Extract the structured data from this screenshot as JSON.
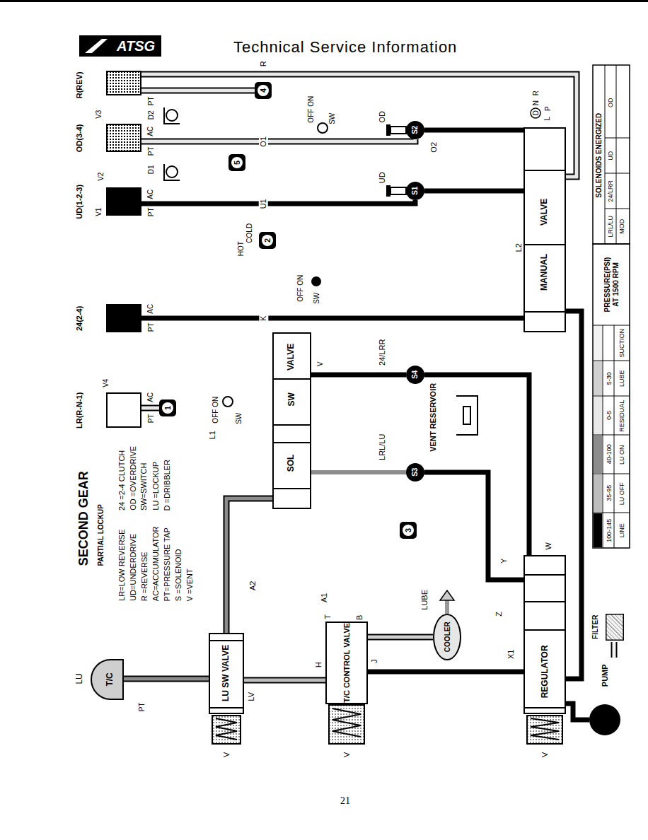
{
  "diagram": {
    "title": "SECOND GEAR",
    "nodes": [
      {
        "text": [
          "ATSG"
        ]
      },
      {
        "text": [
          "R(REV)"
        ]
      },
      {
        "text": [
          "OD(3-4)"
        ]
      },
      {
        "text": [
          "UD(1-2-3)"
        ]
      },
      {
        "text": [
          "24(2-4)"
        ]
      },
      {
        "text": [
          "LR(R-N-1)"
        ]
      },
      {
        "text": [
          "4"
        ]
      },
      {
        "text": [
          "5"
        ]
      },
      {
        "text": [
          "2"
        ]
      },
      {
        "text": [
          "1"
        ]
      },
      {
        "text": [
          "3"
        ]
      },
      {
        "text": [
          "S2"
        ]
      },
      {
        "text": [
          "S1"
        ]
      },
      {
        "text": [
          "S4"
        ]
      },
      {
        "text": [
          "S3"
        ]
      },
      {
        "text": [
          "MANUAL",
          "VALVE"
        ]
      },
      {
        "text": [
          "SOL",
          "SW",
          "VALVE"
        ]
      },
      {
        "text": [
          "VENT RESERVOIR"
        ]
      },
      {
        "text": [
          "T/C"
        ]
      },
      {
        "text": [
          "LU SW VALVE"
        ]
      },
      {
        "text": [
          "T/C CONTROL VALVE"
        ]
      },
      {
        "text": [
          "COOLER"
        ]
      },
      {
        "text": [
          "REGULATOR"
        ]
      },
      {
        "text": [
          "PUMP"
        ]
      },
      {
        "text": [
          "FILTER"
        ]
      }
    ],
    "edges": [
      {
        "from": 24,
        "to": 23,
        "arrow": "none"
      },
      {
        "from": 23,
        "to": 22,
        "arrow": "none"
      },
      {
        "from": 22,
        "to": 15,
        "arrow": "none"
      },
      {
        "from": 15,
        "to": 11,
        "arrow": "none"
      },
      {
        "from": 15,
        "to": 12,
        "arrow": "none"
      },
      {
        "from": 22,
        "to": 13,
        "arrow": "none"
      },
      {
        "from": 22,
        "to": 14,
        "arrow": "none"
      },
      {
        "from": 11,
        "to": 2,
        "label": "O1",
        "arrow": "none"
      },
      {
        "from": 12,
        "to": 3,
        "label": "U1",
        "arrow": "none"
      },
      {
        "from": 15,
        "to": 4,
        "label": "K",
        "arrow": "none"
      },
      {
        "from": 13,
        "to": 16,
        "arrow": "none"
      },
      {
        "from": 14,
        "to": 16,
        "arrow": "none"
      },
      {
        "from": 9,
        "to": 5,
        "arrow": "none"
      },
      {
        "from": 6,
        "to": 1,
        "arrow": "none"
      },
      {
        "from": 22,
        "to": 20,
        "arrow": "none"
      },
      {
        "from": 20,
        "to": 21,
        "arrow": "none"
      },
      {
        "from": 20,
        "to": 19,
        "arrow": "none"
      },
      {
        "from": 19,
        "to": 18,
        "arrow": "none"
      },
      {
        "from": 1,
        "to": 15,
        "arrow": "none"
      },
      {
        "from": 16,
        "to": 19,
        "arrow": "none"
      }
    ],
    "labels": [
      "Technical Service Information",
      "21",
      "PARTIAL LOCKUP",
      "LR=LOW REVERSE",
      "UD=UNDERDRIVE",
      "R =REVERSE",
      "AC=ACCUMULATOR",
      "PT=PRESSURE TAP",
      "S =SOLENOID",
      "V =VENT",
      "24 =2-4 CLUTCH",
      "OD =OVERDRIVE",
      "SW=SWITCH",
      "LU =LOCKUP",
      "D =DRIBBLER",
      "V3",
      "PT",
      "D2",
      "AC",
      "PT",
      "D1",
      "V2",
      "V1",
      "AC",
      "PT",
      "AC",
      "PT",
      "V4",
      "AC",
      "PT",
      "R",
      "COLD",
      "HOT",
      "OFF ON",
      "SW",
      "OD",
      "O2",
      "UD",
      "OFF ON",
      "SW",
      "24/LRR",
      "LRL/LU",
      "OFF ON",
      "SW",
      "L1",
      "V",
      "A2",
      "A1",
      "LUBE",
      "T",
      "B",
      "H",
      "J",
      "Z",
      "Y",
      "W",
      "X1",
      "LU",
      "PT",
      "LV",
      "V",
      "V",
      "V",
      "L2",
      "R",
      "N",
      "D",
      "P",
      "L",
      "SOLENOIDS ENERGIZED",
      "LRL/LU",
      "24/LRR",
      "UD",
      "OD",
      "MOD",
      "PRESSURE(PSI) AT 1500 RPM",
      "100-145",
      "35-95",
      "40-100",
      "0-5",
      "5-30"
    ],
    "legend": [
      {
        "text": "LINE",
        "color": "#000000"
      },
      {
        "text": "LU OFF",
        "color": "#bdbdbd"
      },
      {
        "text": "LU ON",
        "color": "#8c8c8c"
      },
      {
        "text": "RESIDUAL",
        "color": "#e8e8e8"
      },
      {
        "text": "LUBE",
        "color": "#d0d0d0"
      },
      {
        "text": "SUCTION",
        "color": "#f2f2f2"
      }
    ]
  }
}
